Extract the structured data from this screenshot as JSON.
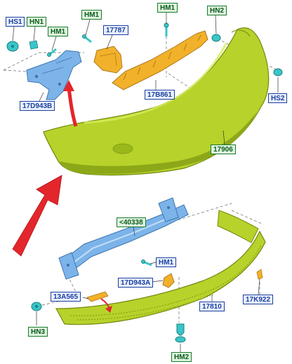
{
  "colors": {
    "bumper": "#b7d22a",
    "bumper_shadow": "#7f9a14",
    "bracket_blue": "#7cb4ea",
    "bracket_orange": "#f2b12a",
    "clip_teal": "#39c6c8",
    "arrow_red": "#e3262b",
    "label_blue": "#1b3f9e",
    "label_green": "#1a7a2c"
  },
  "labels": {
    "hs1": "HS1",
    "hn1": "HN1",
    "hm1_left": "HM1",
    "hm1_center": "HM1",
    "hm1_top": "HM1",
    "hn2": "HN2",
    "p17787": "17787",
    "p17d943b": "17D943B",
    "p17b861": "17B861",
    "hs2": "HS2",
    "p17906": "17906",
    "p40338": "<40338",
    "hm1_lower": "HM1",
    "p17d943a": "17D943A",
    "p13a565": "13A565",
    "p17810": "17810",
    "p17k922": "17K922",
    "hn3": "HN3",
    "hm2": "HM2"
  }
}
